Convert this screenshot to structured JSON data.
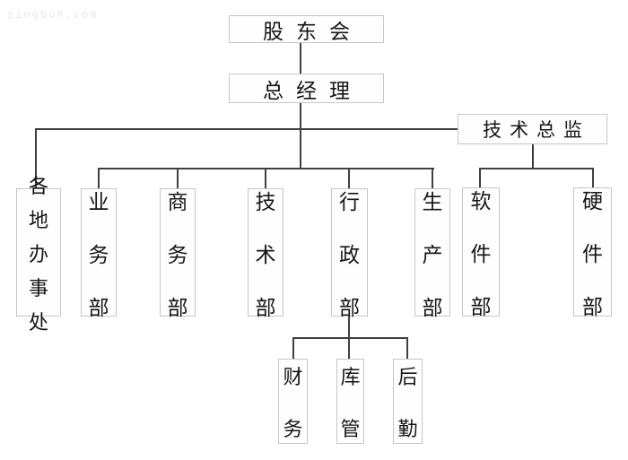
{
  "watermark": "singbon.com",
  "colors": {
    "line": "#3f3f3f",
    "box_border": "#c6c6c6",
    "text": "#161616",
    "background": "#ffffff"
  },
  "org_chart": {
    "type": "org-chart",
    "nodes": {
      "shareholders": {
        "label": "股东会"
      },
      "gm": {
        "label": "总经理"
      },
      "cto": {
        "label": "技术总监"
      },
      "offices": {
        "label": "各地办事处"
      },
      "yewu": {
        "label": "业务部"
      },
      "shangwu": {
        "label": "商务部"
      },
      "jishu": {
        "label": "技术部"
      },
      "xingzheng": {
        "label": "行政部"
      },
      "shengchan": {
        "label": "生产部"
      },
      "ruanjian": {
        "label": "软件部"
      },
      "yingjian": {
        "label": "硬件部"
      },
      "caiwu": {
        "label": "财务"
      },
      "kuguan": {
        "label": "库管"
      },
      "houqin": {
        "label": "后勤"
      }
    },
    "edges": [
      {
        "from": "shareholders",
        "to": "gm"
      },
      {
        "from": "gm",
        "to": "offices"
      },
      {
        "from": "gm",
        "to": "yewu"
      },
      {
        "from": "gm",
        "to": "shangwu"
      },
      {
        "from": "gm",
        "to": "jishu"
      },
      {
        "from": "gm",
        "to": "xingzheng"
      },
      {
        "from": "gm",
        "to": "shengchan"
      },
      {
        "from": "gm",
        "to": "cto"
      },
      {
        "from": "cto",
        "to": "ruanjian"
      },
      {
        "from": "cto",
        "to": "yingjian"
      },
      {
        "from": "xingzheng",
        "to": "caiwu"
      },
      {
        "from": "xingzheng",
        "to": "kuguan"
      },
      {
        "from": "xingzheng",
        "to": "houqin"
      }
    ]
  }
}
